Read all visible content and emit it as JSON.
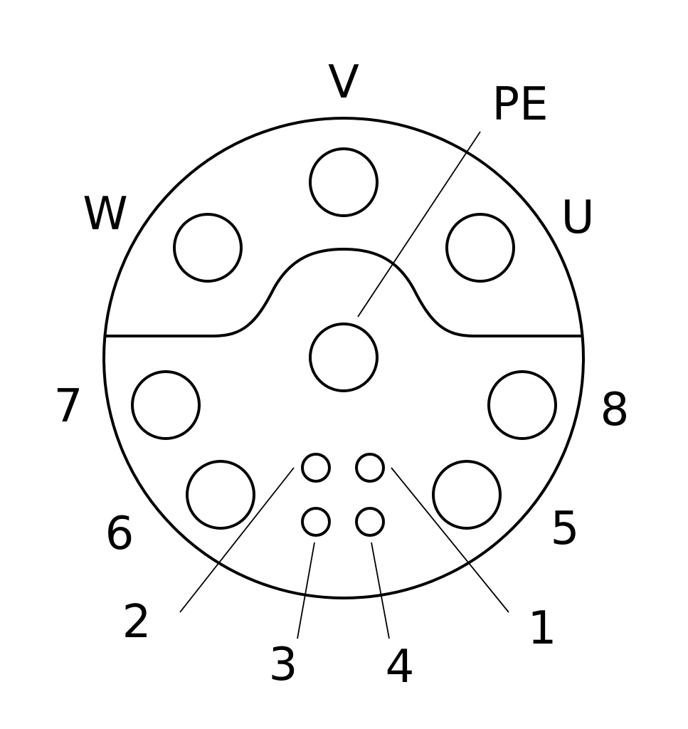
{
  "diagram": {
    "labels": {
      "v": "V",
      "pe": "PE",
      "w": "W",
      "u": "U",
      "pin7": "7",
      "pin8": "8",
      "pin6": "6",
      "pin5": "5",
      "pin2": "2",
      "pin1": "1",
      "pin3": "3",
      "pin4": "4"
    },
    "colors": {
      "stroke": "#000000",
      "background": "#ffffff"
    }
  }
}
